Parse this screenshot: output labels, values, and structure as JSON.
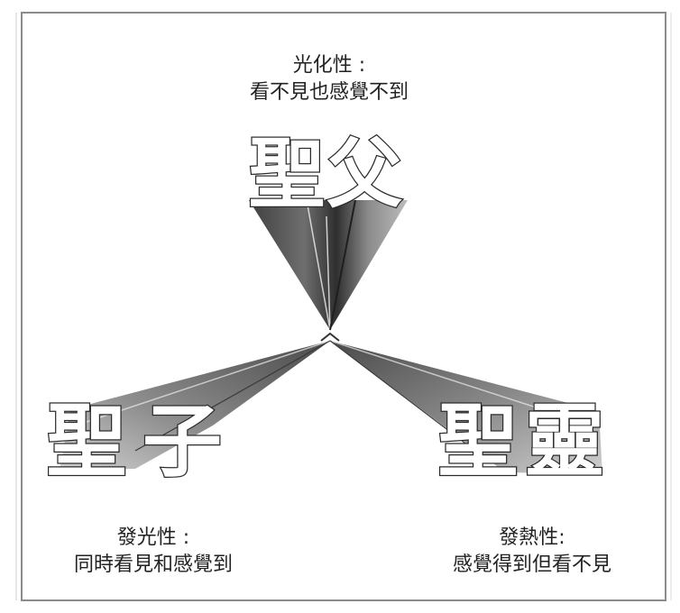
{
  "diagram": {
    "nodes": {
      "father": {
        "title": "聖父",
        "label_line1": "光化性 :",
        "label_line2": "看不見也感覺不到"
      },
      "son": {
        "title": "聖子",
        "label_line1": "發光性 :",
        "label_line2": "同時看見和感覺到"
      },
      "spirit": {
        "title": "聖靈",
        "label_line1": "發熱性:",
        "label_line2": "感覺得到但看不見"
      }
    },
    "colors": {
      "beam_dark": "#4a4a4a",
      "beam_mid": "#8a8a8a",
      "beam_light": "#d6d6d6",
      "frame": "#8c8c8c",
      "text": "#222222"
    }
  }
}
